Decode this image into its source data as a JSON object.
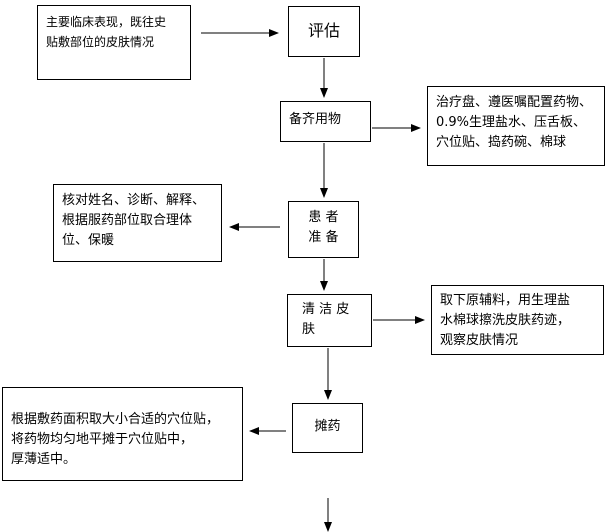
{
  "nodes": {
    "symptoms": "主要临床表现，既往史\n贴敷部位的皮肤情况",
    "assess": "评估",
    "prepare_items": "备齐用物",
    "items_list": "治疗盘、遵医嘱配置药物、\n0.9%生理盐水、压舌板、\n穴位贴、捣药碗、棉球",
    "patient_prep": "患 者\n准 备",
    "patient_detail": "核对姓名、诊断、解释、\n根据服药部位取合理体\n位、保暖",
    "clean_skin": "清 洁 皮\n肤",
    "clean_detail": "取下原辅料，用生理盐\n水棉球擦洗皮肤药迹，\n观察皮肤情况",
    "spread": "摊药",
    "spread_detail": "根据敷药面积取大小合适的穴位贴，\n将药物均匀地平摊于穴位贴中，\n厚薄适中。"
  }
}
